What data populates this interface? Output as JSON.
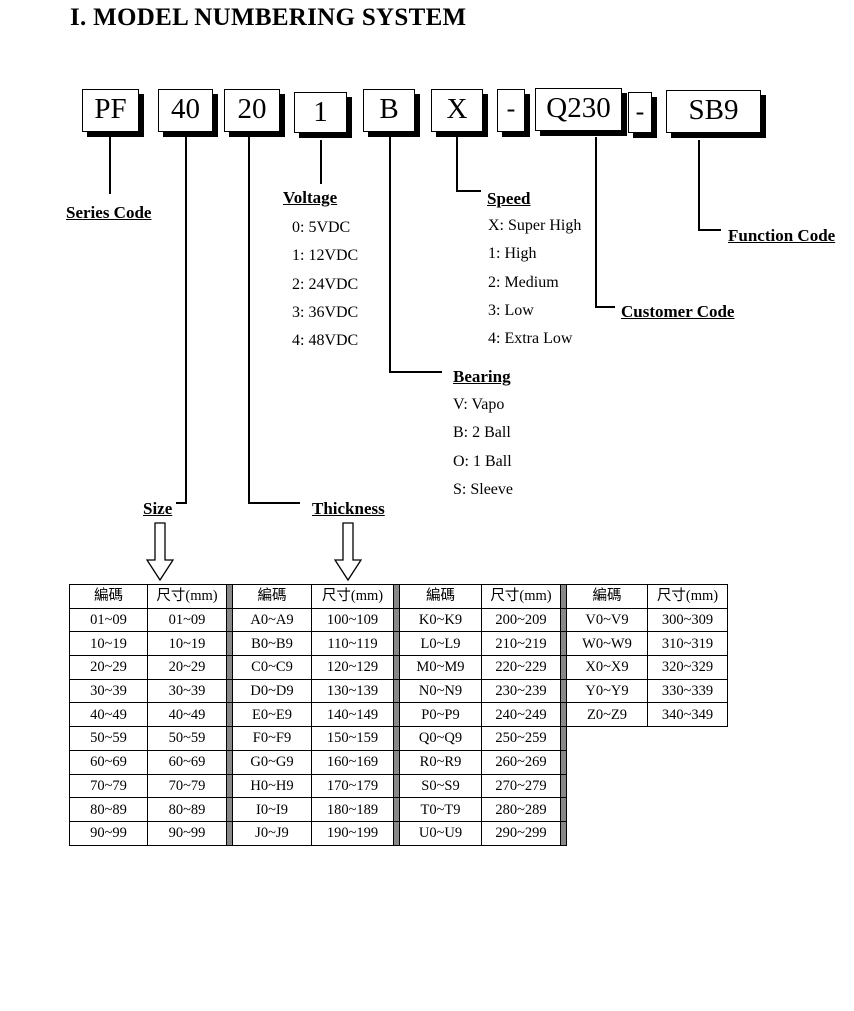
{
  "title": "I.  MODEL NUMBERING SYSTEM",
  "segments": {
    "series": "PF",
    "size": "40",
    "thickness": "20",
    "voltage": "1",
    "bearing": "B",
    "speed": "X",
    "dash1": "-",
    "customer": "Q230",
    "dash2": "-",
    "function": "SB9"
  },
  "labels": {
    "series_code": "Series Code",
    "voltage": "Voltage",
    "speed": "Speed",
    "function_code": "Function Code",
    "customer_code": "Customer Code",
    "bearing": "Bearing",
    "size": "Size",
    "thickness": "Thickness"
  },
  "voltage_options": [
    "0: 5VDC",
    "1: 12VDC",
    "2: 24VDC",
    "3: 36VDC",
    "4: 48VDC"
  ],
  "speed_options": [
    "X: Super High",
    "1: High",
    "2: Medium",
    "3: Low",
    "4: Extra Low"
  ],
  "bearing_options": [
    "V: Vapo",
    "B: 2 Ball",
    "O: 1 Ball",
    "S: Sleeve"
  ],
  "table": {
    "header_code": "編碼",
    "header_size": "尺寸(mm)",
    "rows": [
      [
        "01~09",
        "01~09",
        "A0~A9",
        "100~109",
        "K0~K9",
        "200~209",
        "V0~V9",
        "300~309"
      ],
      [
        "10~19",
        "10~19",
        "B0~B9",
        "110~119",
        "L0~L9",
        "210~219",
        "W0~W9",
        "310~319"
      ],
      [
        "20~29",
        "20~29",
        "C0~C9",
        "120~129",
        "M0~M9",
        "220~229",
        "X0~X9",
        "320~329"
      ],
      [
        "30~39",
        "30~39",
        "D0~D9",
        "130~139",
        "N0~N9",
        "230~239",
        "Y0~Y9",
        "330~339"
      ],
      [
        "40~49",
        "40~49",
        "E0~E9",
        "140~149",
        "P0~P9",
        "240~249",
        "Z0~Z9",
        "340~349"
      ],
      [
        "50~59",
        "50~59",
        "F0~F9",
        "150~159",
        "Q0~Q9",
        "250~259",
        "",
        ""
      ],
      [
        "60~69",
        "60~69",
        "G0~G9",
        "160~169",
        "R0~R9",
        "260~269",
        "",
        ""
      ],
      [
        "70~79",
        "70~79",
        "H0~H9",
        "170~179",
        "S0~S9",
        "270~279",
        "",
        ""
      ],
      [
        "80~89",
        "80~89",
        "I0~I9",
        "180~189",
        "T0~T9",
        "280~289",
        "",
        ""
      ],
      [
        "90~99",
        "90~99",
        "J0~J9",
        "190~199",
        "U0~U9",
        "290~299",
        "",
        ""
      ]
    ]
  }
}
